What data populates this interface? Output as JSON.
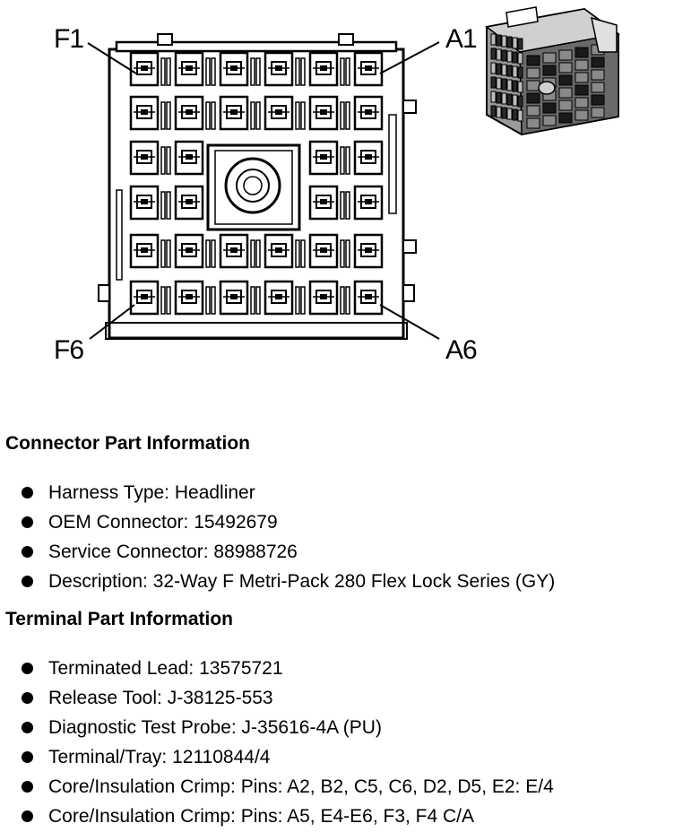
{
  "callouts": {
    "f1": "F1",
    "a1": "A1",
    "f6": "F6",
    "a6": "A6"
  },
  "connector_section": {
    "heading": "Connector Part Information",
    "items": [
      "Harness Type: Headliner",
      "OEM Connector: 15492679",
      "Service Connector: 88988726",
      "Description: 32-Way F Metri-Pack 280 Flex Lock Series (GY)"
    ]
  },
  "terminal_section": {
    "heading": "Terminal Part Information",
    "items": [
      "Terminated Lead: 13575721",
      "Release Tool: J-38125-553",
      "Diagnostic Test Probe: J-35616-4A (PU)",
      "Terminal/Tray: 12110844/4",
      "Core/Insulation Crimp: Pins: A2, B2, C5, C6, D2, D5, E2: E/4",
      "Core/Insulation Crimp: Pins: A5, E4-E6, F3, F4 C/A"
    ]
  },
  "colors": {
    "ink": "#000000",
    "paper": "#ffffff",
    "pin_shade": "#bfbfbf",
    "photo_shade": "#6a6a6a"
  }
}
